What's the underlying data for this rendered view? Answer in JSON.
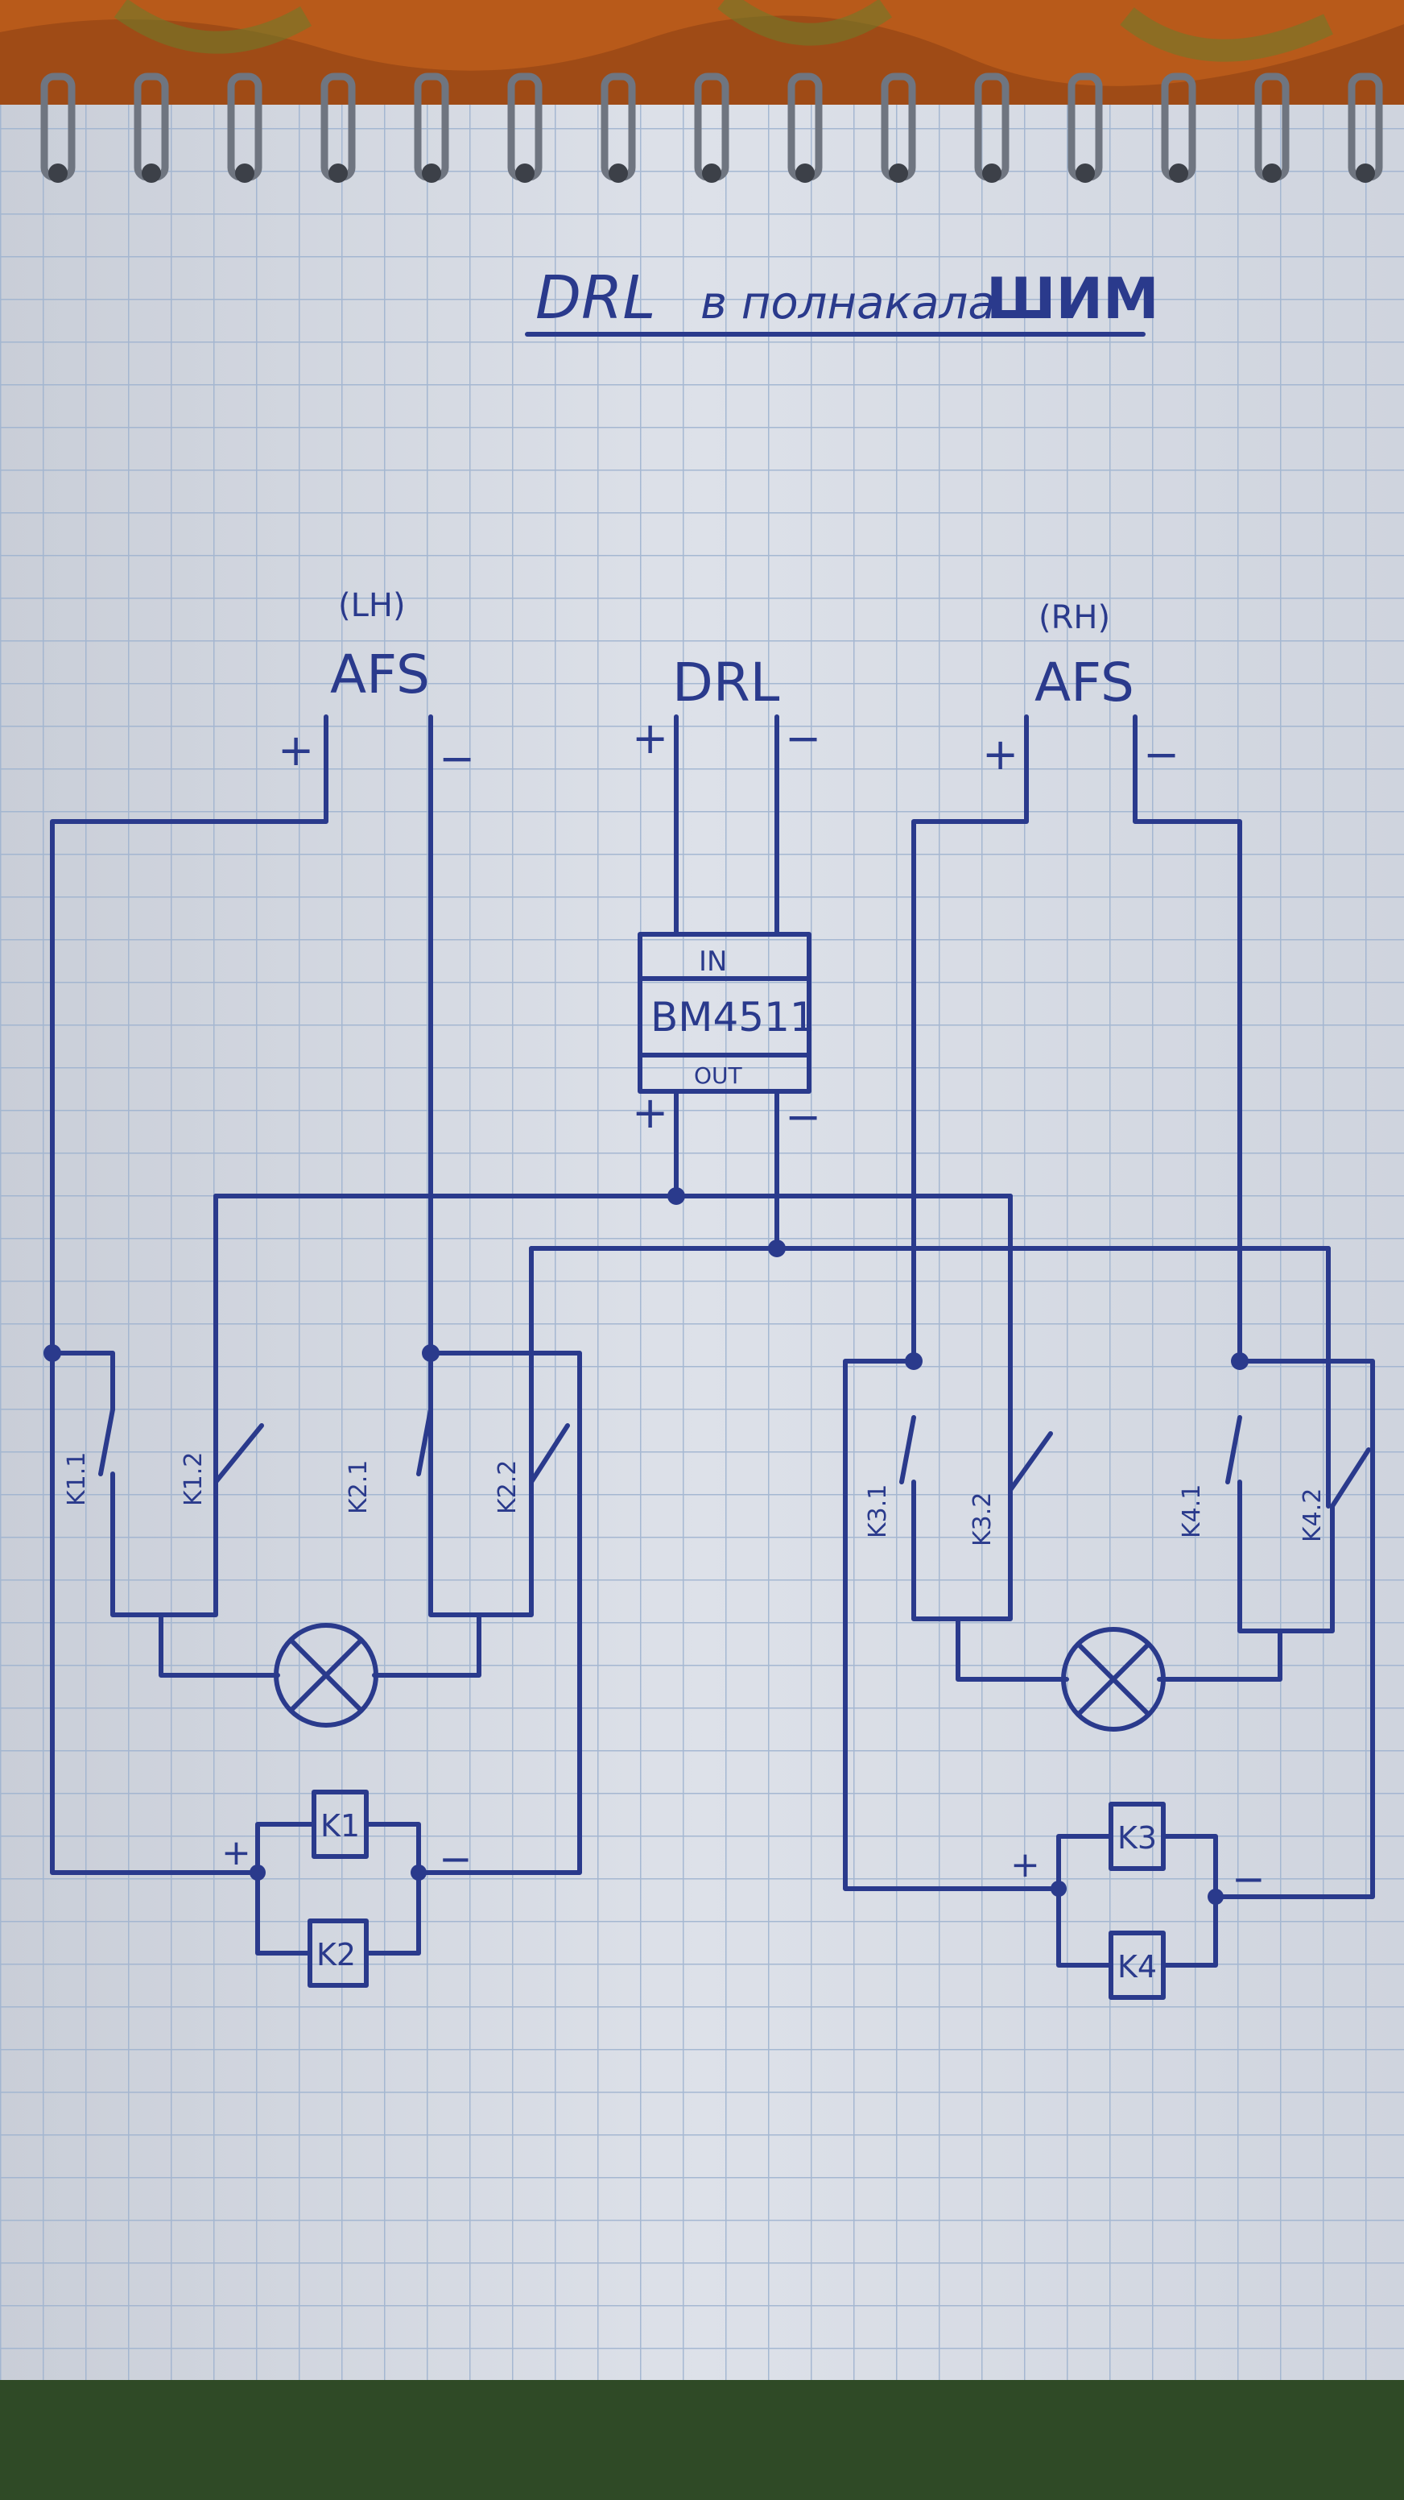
{
  "title": {
    "latin": "DRL",
    "text": "в полнакала",
    "suffix": "ШИМ"
  },
  "sources": {
    "left": {
      "side": "(LH)",
      "name": "AFS",
      "plus": "+",
      "minus": "−"
    },
    "center": {
      "name": "DRL",
      "plus": "+",
      "minus": "−"
    },
    "right": {
      "side": "(RH)",
      "name": "AFS",
      "plus": "+",
      "minus": "−"
    }
  },
  "module": {
    "in": "IN",
    "name": "BM4511",
    "out": "OUT",
    "plus": "+",
    "minus": "−"
  },
  "contacts": [
    "K1.1",
    "K1.2",
    "K2.1",
    "K2.2",
    "K3.1",
    "K3.2",
    "K4.1",
    "K4.2"
  ],
  "coils": {
    "left": {
      "top": "K1",
      "bottom": "K2",
      "plus": "+",
      "minus": "−"
    },
    "right": {
      "top": "K3",
      "bottom": "K4",
      "plus": "+",
      "minus": "−"
    }
  },
  "colors": {
    "ink": "#2a3a8c",
    "paper": "#d9dde6",
    "grid": "#9fb3cf",
    "carpet_top": "#b85a1a",
    "carpet_bottom": "#2f4a26"
  }
}
